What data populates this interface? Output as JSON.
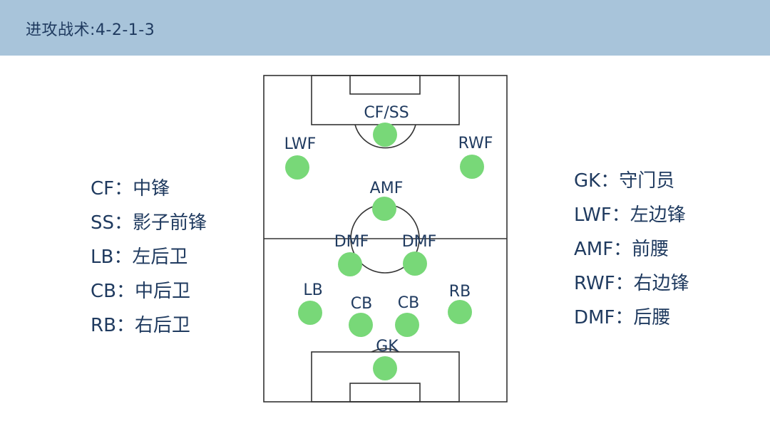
{
  "header": {
    "title": "进攻战术:4-2-1-3"
  },
  "legend_left": [
    {
      "label": "CF：中锋"
    },
    {
      "label": "SS：影子前锋"
    },
    {
      "label": "LB：左后卫"
    },
    {
      "label": "CB：中后卫"
    },
    {
      "label": "RB：右后卫"
    }
  ],
  "legend_right": [
    {
      "label": "GK：守门员"
    },
    {
      "label": "LWF：左边锋"
    },
    {
      "label": "AMF：前腰"
    },
    {
      "label": "RWF：右边锋"
    },
    {
      "label": "DMF：后腰"
    }
  ],
  "players": {
    "cf_ss": "CF/SS",
    "lwf": "LWF",
    "rwf": "RWF",
    "amf": "AMF",
    "dmf_left": "DMF",
    "dmf_right": "DMF",
    "lb": "LB",
    "cb_left": "CB",
    "cb_right": "CB",
    "rb": "RB",
    "gk": "GK"
  },
  "colors": {
    "header_bg": "#a8c4da",
    "text": "#1f3a5f",
    "player_dot": "#78d878",
    "pitch_line": "#333333"
  }
}
